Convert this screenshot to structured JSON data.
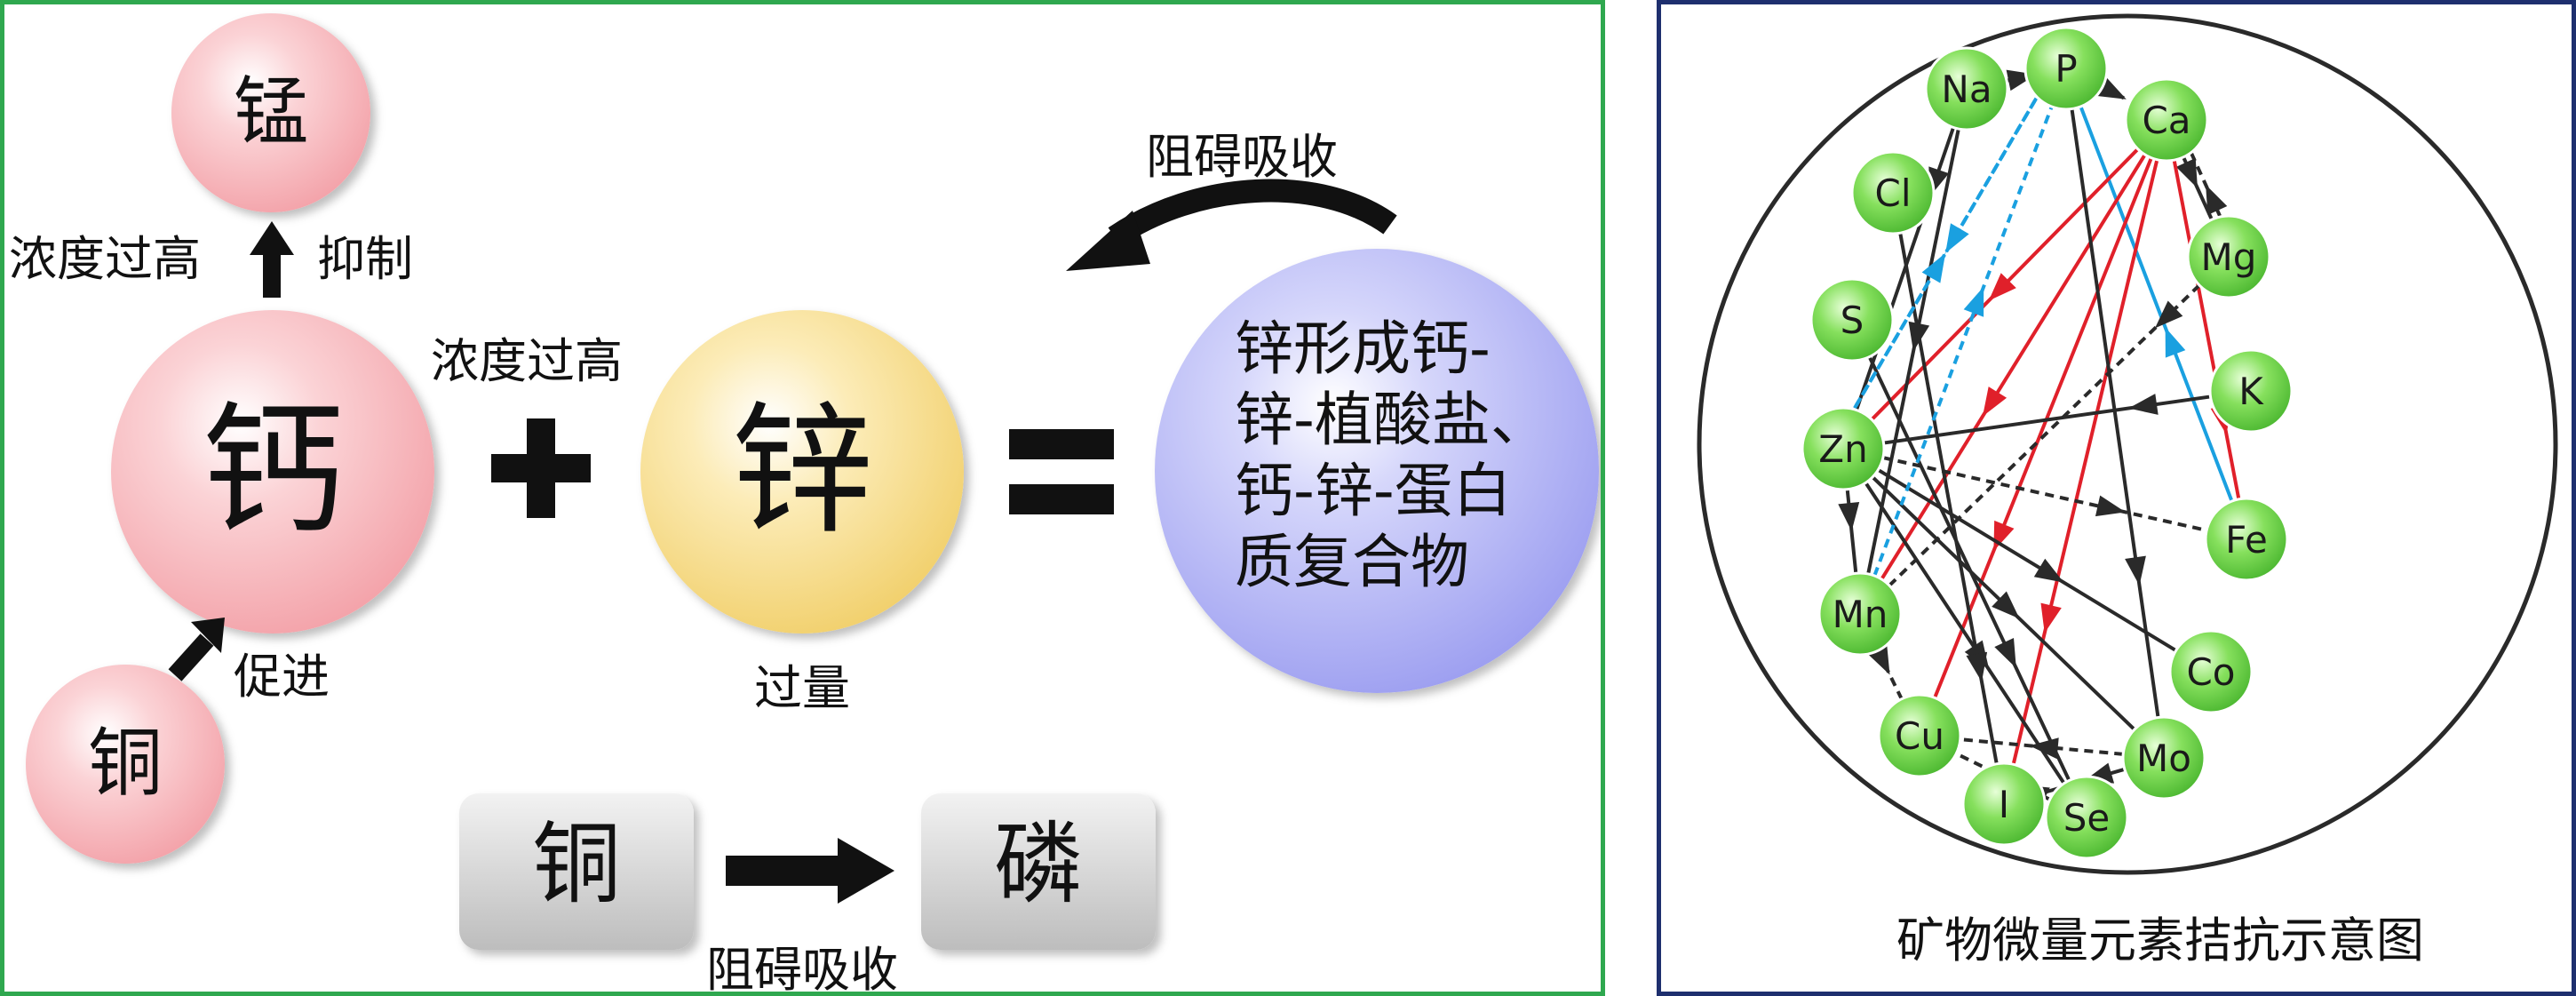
{
  "left": {
    "manganese": "锰",
    "calcium": "钙",
    "copper": "铜",
    "zinc": "锌",
    "complex": [
      "锌形成钙-",
      "锌-植酸盐、",
      "钙-锌-蛋白",
      "质复合物"
    ],
    "label_high_conc_1": "浓度过高",
    "label_inhibit": "抑制",
    "label_high_conc_2": "浓度过高",
    "label_promote": "促进",
    "label_excess": "过量",
    "label_hinder_top": "阻碍吸收",
    "box_copper": "铜",
    "box_phosphorus": "磷",
    "label_hinder_bottom": "阻碍吸收",
    "colors": {
      "border": "#2fa84f",
      "pink": "#f6a9b0",
      "yellow": "#f5d77a",
      "purple": "#a7a9f3",
      "gray": "#c9c9c9"
    }
  },
  "right": {
    "caption": "矿物微量元素拮抗示意图",
    "elements": [
      "P",
      "Ca",
      "Mg",
      "K",
      "Fe",
      "Co",
      "Mo",
      "Se",
      "I",
      "Cu",
      "Mn",
      "Zn",
      "S",
      "Cl",
      "Na"
    ],
    "colors": {
      "border": "#1e2f6e",
      "node": "#7ed957",
      "black": "#2a2a2a",
      "red": "#e0202a",
      "blue": "#1aa0e0"
    }
  }
}
